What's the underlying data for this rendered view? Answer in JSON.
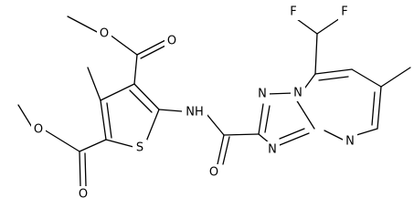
{
  "molecule": {
    "atom_labels": {
      "o_methyl_ester_ether": "O",
      "o_methyl_ester_carbonyl": "O",
      "o_ethyl_ester_ether": "O",
      "o_ethyl_ester_carbonyl": "O",
      "s_thiophene": "S",
      "nh_amide": "NH",
      "o_amide_carbonyl": "O",
      "n_triazole_upper": "N",
      "n_bridgehead": "N",
      "n_triazole_lower": "N",
      "n_pyrimidine": "N",
      "f_left": "F",
      "f_right": "F"
    }
  }
}
